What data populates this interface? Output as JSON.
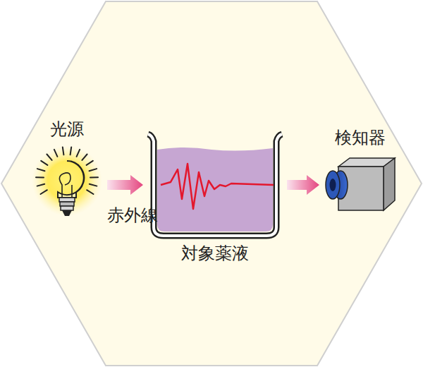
{
  "diagram": {
    "nodes": [
      {
        "text": [
          "光源"
        ]
      },
      {
        "text": [
          "対象薬液"
        ]
      },
      {
        "text": [
          "検知器"
        ]
      }
    ],
    "edges": [
      {
        "from": 0,
        "to": 1,
        "arrow": "to",
        "label": "赤外線"
      },
      {
        "from": 1,
        "to": 2,
        "arrow": "to"
      }
    ]
  }
}
